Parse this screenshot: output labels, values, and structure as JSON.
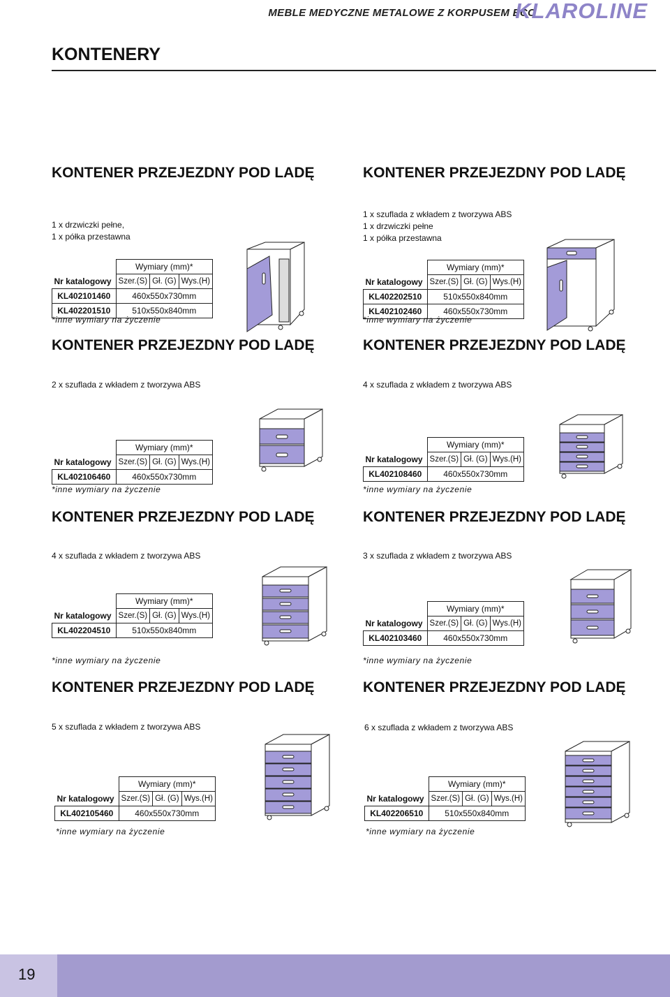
{
  "header": {
    "subtitle": "MEBLE MEDYCZNE METALOWE Z KORPUSEM ECO",
    "brand": "KLAROLINE"
  },
  "page": {
    "title": "KONTENERY",
    "number": "19"
  },
  "common": {
    "nr_label": "Nr katalogowy",
    "dims_label": "Wymiary (mm)*",
    "s_label": "Szer.(S)",
    "g_label": "Gł. (G)",
    "h_label": "Wys.(H)",
    "note": "*inne wymiary na życzenie"
  },
  "products": [
    {
      "title": "KONTENER PRZEJEZDNY POD LADĘ",
      "desc": [
        "1 x drzwiczki pełne,",
        "1 x półka przestawna"
      ],
      "rows": [
        {
          "code": "KL402101460",
          "dims": "460x550x730mm"
        },
        {
          "code": "KL402201510",
          "dims": "510x550x840mm"
        }
      ]
    },
    {
      "title": "KONTENER PRZEJEZDNY POD LADĘ",
      "desc": [
        "1 x szuflada z wkładem z tworzywa ABS",
        "1 x drzwiczki pełne",
        "1 x półka przestawna"
      ],
      "rows": [
        {
          "code": "KL402202510",
          "dims": "510x550x840mm"
        },
        {
          "code": "KL402102460",
          "dims": "460x550x730mm"
        }
      ]
    },
    {
      "title": "KONTENER PRZEJEZDNY POD LADĘ",
      "desc": [
        "2 x szuflada z wkładem z tworzywa ABS"
      ],
      "rows": [
        {
          "code": "KL402106460",
          "dims": "460x550x730mm"
        }
      ]
    },
    {
      "title": "KONTENER PRZEJEZDNY POD LADĘ",
      "desc": [
        "4 x szuflada z wkładem z tworzywa ABS"
      ],
      "rows": [
        {
          "code": "KL402108460",
          "dims": "460x550x730mm"
        }
      ]
    },
    {
      "title": "KONTENER PRZEJEZDNY POD LADĘ",
      "desc": [
        "4 x szuflada z wkładem z tworzywa ABS"
      ],
      "rows": [
        {
          "code": "KL402204510",
          "dims": "510x550x840mm"
        }
      ]
    },
    {
      "title": "KONTENER PRZEJEZDNY POD LADĘ",
      "desc": [
        "3 x szuflada z wkładem z tworzywa ABS"
      ],
      "rows": [
        {
          "code": "KL402103460",
          "dims": "460x550x730mm"
        }
      ]
    },
    {
      "title": "",
      "desc": [
        "5 x szuflada z wkładem z tworzywa ABS"
      ],
      "rows": [
        {
          "code": "KL402105460",
          "dims": "460x550x730mm"
        }
      ]
    },
    {
      "title": "",
      "desc": [
        "6 x szuflada z wkładem z tworzywa ABS"
      ],
      "rows": [
        {
          "code": "KL402206510",
          "dims": "510x550x840mm"
        }
      ]
    }
  ],
  "colors": {
    "accent": "#8e84c8",
    "front": "#a39bd8",
    "footer": "#a39bcf"
  }
}
